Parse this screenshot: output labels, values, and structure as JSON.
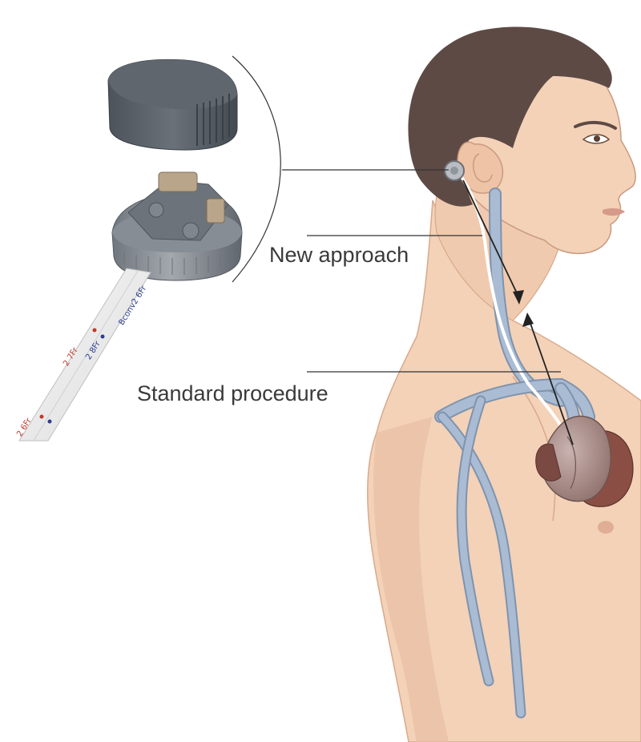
{
  "labels": {
    "new_approach": "New approach",
    "standard_procedure": "Standard procedure"
  },
  "catheter_markings": [
    "2 7Fr",
    "2 8Fr",
    "2 6Fr",
    "Bconv2 6Fr"
  ],
  "colors": {
    "skin": "#f3d2b8",
    "skin_shadow": "#e2b293",
    "hair": "#5e4a45",
    "vein": "#a9bcd3",
    "vein_edge": "#7f93ad",
    "heart": "#a8908c",
    "heart_dark": "#7a4a42",
    "device": "#5b6169",
    "device_light": "#8f959c",
    "lines": "#333333",
    "marking_red": "#c0392b",
    "marking_blue": "#2c3e91"
  }
}
